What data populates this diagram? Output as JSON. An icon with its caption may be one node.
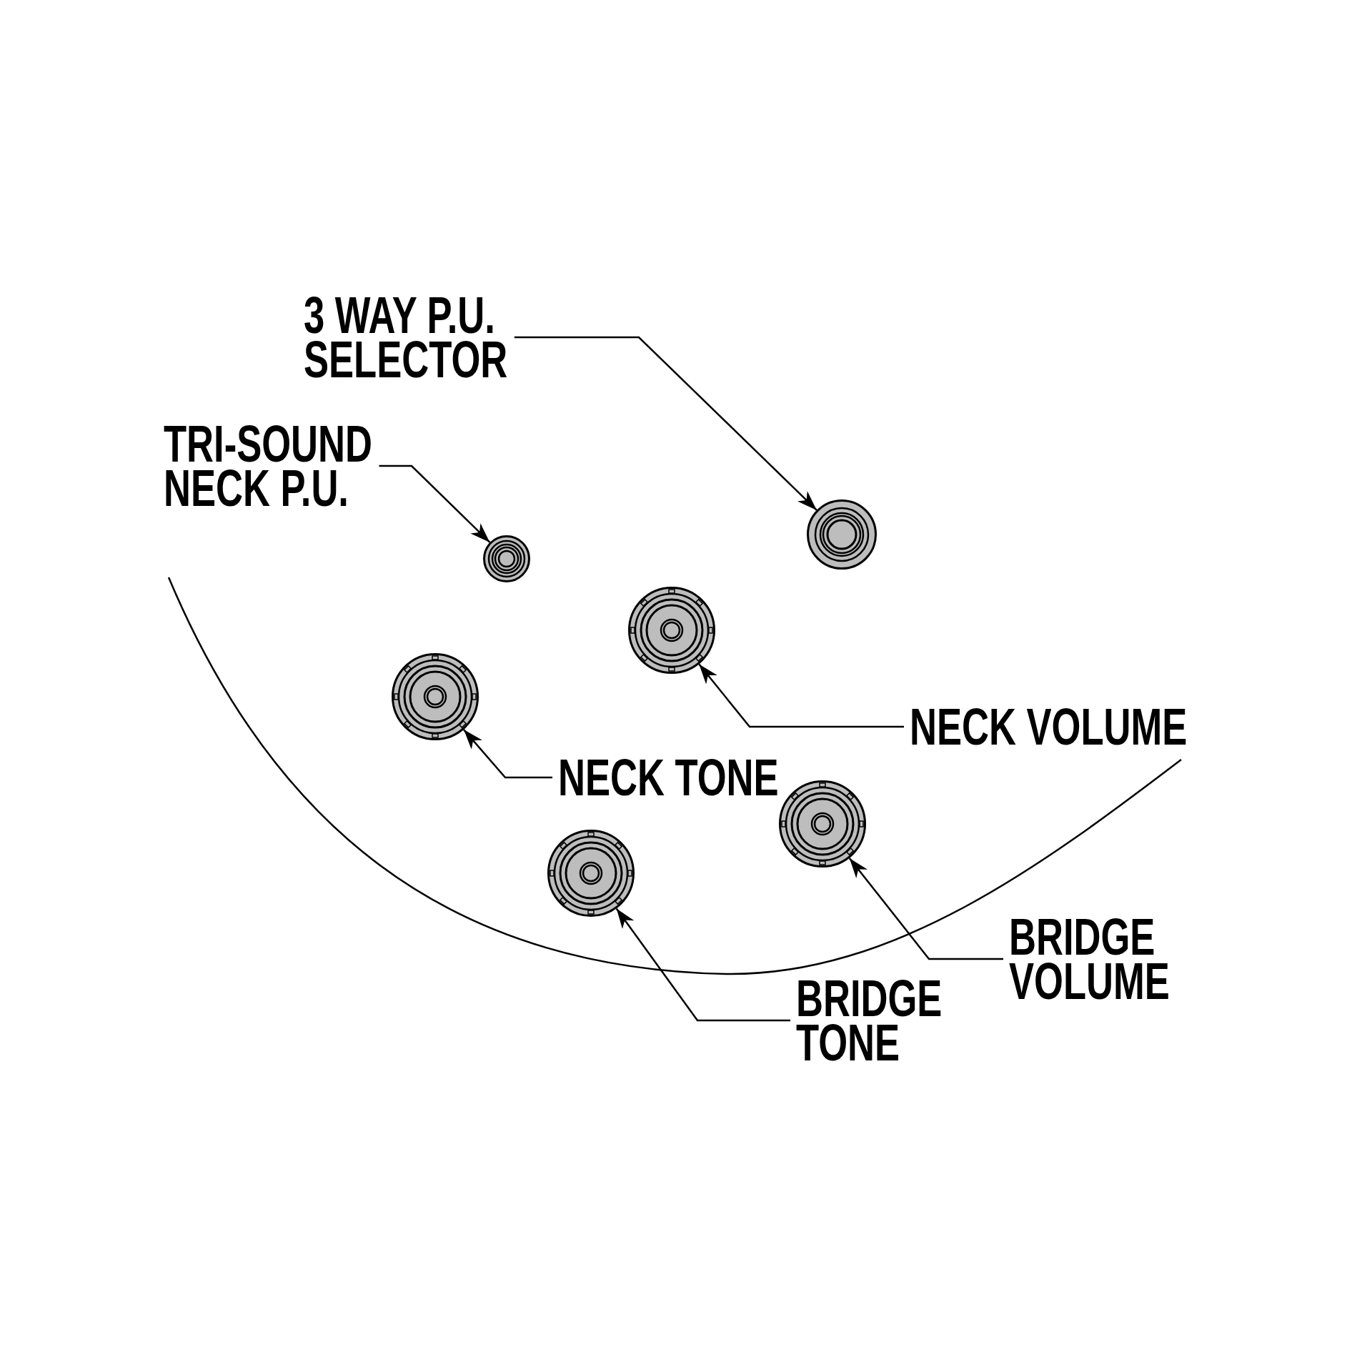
{
  "diagram": {
    "nodes": [
      {
        "text": [
          "3 WAY P.U. SELECTOR"
        ]
      },
      {
        "text": [
          "TRI-SOUND NECK P.U."
        ]
      },
      {
        "text": [],
        "shape": "circle"
      },
      {
        "text": [],
        "shape": "circle"
      },
      {
        "text": [],
        "shape": "circle"
      },
      {
        "text": [],
        "shape": "circle"
      },
      {
        "text": [
          "NECK VOLUME"
        ]
      },
      {
        "text": [
          "NECK TONE"
        ]
      },
      {
        "text": [],
        "shape": "circle"
      },
      {
        "text": [],
        "shape": "circle"
      },
      {
        "text": [
          "BRIDGE VOLUME"
        ]
      },
      {
        "text": [
          "BRIDGE TONE"
        ]
      }
    ],
    "edges": [
      {
        "from": 0,
        "to": 2,
        "arrow": "to"
      },
      {
        "from": 1,
        "to": 3,
        "arrow": "to"
      },
      {
        "from": 6,
        "to": 4,
        "arrow": "to"
      },
      {
        "from": 7,
        "to": 5,
        "arrow": "to"
      },
      {
        "from": 10,
        "to": 8,
        "arrow": "to"
      },
      {
        "from": 11,
        "to": 9,
        "arrow": "to"
      }
    ]
  }
}
